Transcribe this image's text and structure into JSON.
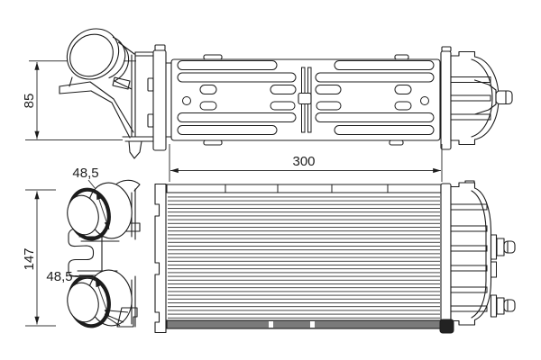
{
  "meta": {
    "background_color": "#ffffff",
    "line_color": "#1c1c1c",
    "drawing_kind": "two-view technical line drawing"
  },
  "dimensions": {
    "top_view_depth": "85",
    "front_view_height": "147",
    "core_width": "300",
    "upper_port_diameter": "48,5",
    "lower_port_diameter": "48,5"
  }
}
